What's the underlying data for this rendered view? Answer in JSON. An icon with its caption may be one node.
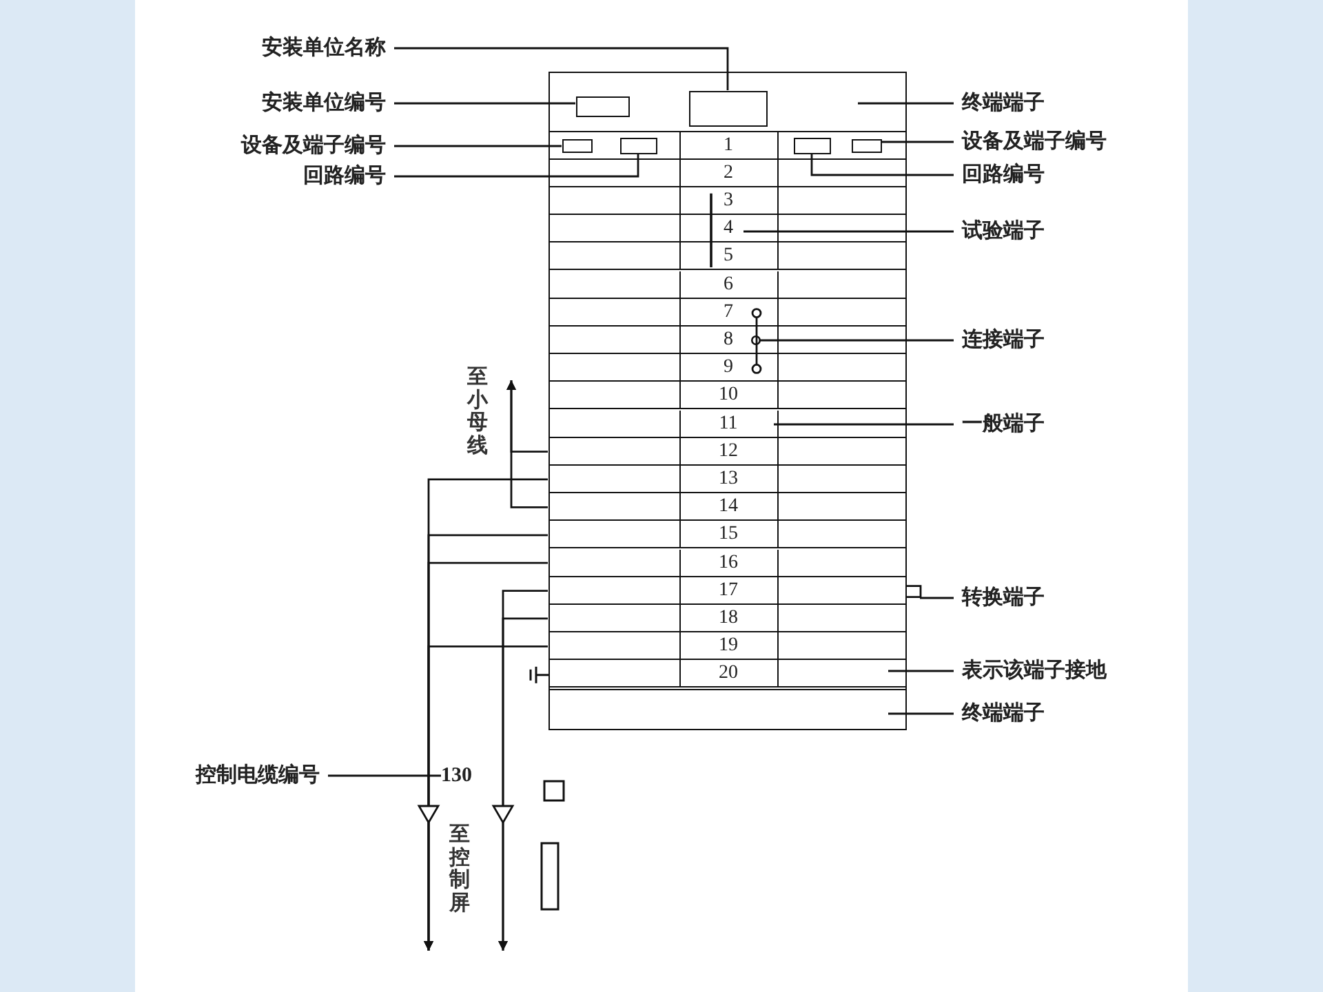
{
  "diagram": {
    "nodes": [
      {
        "text": [
          "安装单位名称"
        ]
      },
      {
        "text": [
          "安装单位编号"
        ]
      },
      {
        "text": [
          "设备及端子编号"
        ]
      },
      {
        "text": [
          "回路编号"
        ]
      },
      {
        "text": [
          "终端端子"
        ]
      },
      {
        "text": [
          "设备及端子编号"
        ]
      },
      {
        "text": [
          "回路编号"
        ]
      },
      {
        "text": [
          "试验端子"
        ]
      },
      {
        "text": [
          "连接端子"
        ]
      },
      {
        "text": [
          "一般端子"
        ]
      },
      {
        "text": [
          "转换端子"
        ]
      },
      {
        "text": [
          "表示该端子接地"
        ]
      },
      {
        "text": [
          "终端端子"
        ]
      },
      {
        "text": [
          "控制电缆编号"
        ]
      },
      {
        "text": [
          "130"
        ]
      },
      {
        "text": [],
        "shape": "box"
      },
      {
        "text": [],
        "shape": "box",
        "in": 15
      },
      {
        "text": [],
        "shape": "box",
        "in": 16
      },
      {
        "text": [],
        "shape": "box",
        "in": 16
      },
      {
        "text": [
          "1"
        ],
        "in": 15
      },
      {
        "text": [
          "2"
        ],
        "in": 15
      },
      {
        "text": [
          "3"
        ],
        "in": 15
      },
      {
        "text": [
          "4"
        ],
        "in": 15
      },
      {
        "text": [
          "5"
        ],
        "in": 15
      },
      {
        "text": [
          "6"
        ],
        "in": 15
      },
      {
        "text": [
          "7"
        ],
        "in": 15
      },
      {
        "text": [
          "8"
        ],
        "in": 15
      },
      {
        "text": [
          "9"
        ],
        "in": 15
      },
      {
        "text": [
          "10"
        ],
        "in": 15
      },
      {
        "text": [
          "11"
        ],
        "in": 15
      },
      {
        "text": [
          "12"
        ],
        "in": 15
      },
      {
        "text": [
          "13"
        ],
        "in": 15
      },
      {
        "text": [
          "14"
        ],
        "in": 15
      },
      {
        "text": [
          "15"
        ],
        "in": 15
      },
      {
        "text": [
          "16"
        ],
        "in": 15
      },
      {
        "text": [
          "17"
        ],
        "in": 15
      },
      {
        "text": [
          "18"
        ],
        "in": 15
      },
      {
        "text": [
          "19"
        ],
        "in": 15
      },
      {
        "text": [
          "20"
        ],
        "in": 15
      },
      {
        "text": [],
        "shape": "box",
        "in": 15
      },
      {
        "text": [],
        "shape": "box",
        "in": 19
      },
      {
        "text": [],
        "shape": "box",
        "in": 19
      },
      {
        "text": [],
        "shape": "box",
        "in": 19
      },
      {
        "text": [],
        "shape": "box",
        "in": 19
      },
      {
        "text": [
          "至小母线"
        ]
      }
    ],
    "edges": [
      {
        "from": 0,
        "to": 18,
        "arrow": "none"
      },
      {
        "from": 1,
        "to": 17,
        "arrow": "none"
      },
      {
        "from": 2,
        "to": 40,
        "arrow": "none"
      },
      {
        "from": 3,
        "to": 41,
        "arrow": "none"
      },
      {
        "from": 4,
        "to": 16,
        "arrow": "none"
      },
      {
        "from": 5,
        "to": 43,
        "arrow": "none"
      },
      {
        "from": 6,
        "to": 42,
        "arrow": "none"
      },
      {
        "from": 7,
        "to": 22,
        "arrow": "none"
      },
      {
        "from": 8,
        "to": 26,
        "arrow": "other"
      },
      {
        "from": 9,
        "to": 29,
        "arrow": "none"
      },
      {
        "from": 10,
        "to": 35,
        "arrow": "none"
      },
      {
        "from": 11,
        "to": 38,
        "arrow": "none"
      },
      {
        "from": 12,
        "to": 39,
        "arrow": "none"
      },
      {
        "from": 13,
        "to": 14,
        "arrow": "none"
      },
      {
        "from": 30,
        "to": 44,
        "arrow": "to"
      },
      {
        "from": 32,
        "to": 44,
        "arrow": "to"
      },
      {
        "from": 31,
        "to": null,
        "arrow": "to"
      },
      {
        "from": 33,
        "to": null,
        "arrow": "to"
      },
      {
        "from": 34,
        "to": null,
        "arrow": "to"
      },
      {
        "from": 37,
        "to": null,
        "arrow": "to"
      },
      {
        "from": 35,
        "to": null,
        "arrow": "to"
      },
      {
        "from": 36,
        "to": null,
        "arrow": "to"
      }
    ],
    "labels": [
      "至控制屏"
    ]
  }
}
